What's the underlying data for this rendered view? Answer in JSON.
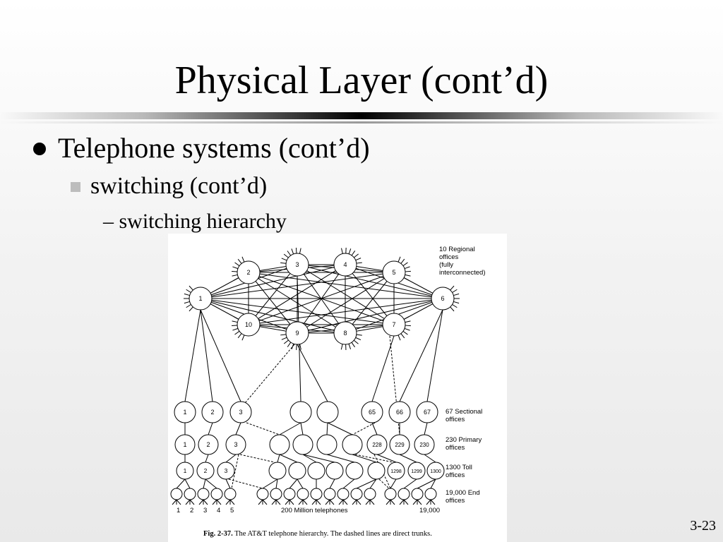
{
  "slide": {
    "title": "Physical Layer (cont’d)",
    "bullet_level1": "Telephone systems (cont’d)",
    "bullet_level2": "switching (cont’d)",
    "bullet_level3": "– switching hierarchy",
    "page_number": "3-23"
  },
  "figure": {
    "regional_nodes": [
      "1",
      "2",
      "3",
      "4",
      "5",
      "6",
      "7",
      "8",
      "9",
      "10"
    ],
    "sectional_labels": [
      "1",
      "2",
      "3",
      "65",
      "66",
      "67"
    ],
    "primary_labels": [
      "1",
      "2",
      "3",
      "228",
      "229",
      "230"
    ],
    "toll_labels": [
      "1",
      "2",
      "3",
      "1298",
      "1299",
      "1300"
    ],
    "end_office_numbers": [
      "1",
      "2",
      "3",
      "4",
      "5"
    ],
    "level_labels": {
      "regional": [
        "10 Regional",
        "offices",
        "(fully",
        "interconnected)"
      ],
      "sectional": [
        "67 Sectional",
        "offices"
      ],
      "primary": [
        "230 Primary",
        "offices"
      ],
      "toll": [
        "1300 Toll",
        "offices"
      ],
      "end": [
        "19,000 End",
        "offices"
      ]
    },
    "telephones_label": "200 Million telephones",
    "end_count_label": "19,000",
    "caption_prefix": "Fig.  2-37.",
    "caption_text": " The AT&T telephone hierarchy. The dashed lines are direct trunks."
  }
}
